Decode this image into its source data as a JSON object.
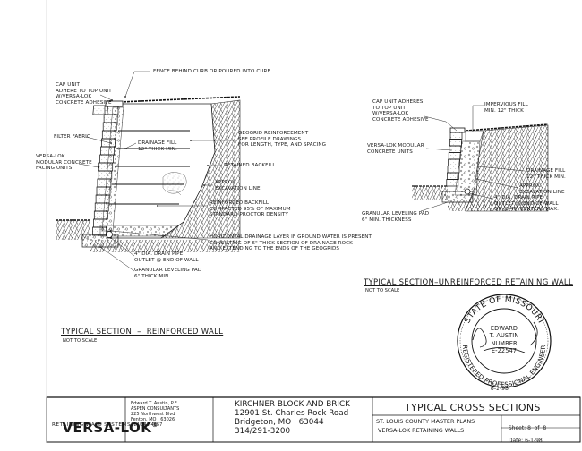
{
  "left_section": {
    "title": "TYPICAL SECTION  –  REINFORCED WALL",
    "scale": "NOT TO SCALE",
    "labels": {
      "cap_unit": "CAP UNIT\nADHERE TO TOP UNIT\nW/VERSA-LOK\nCONCRETE ADHESIVE",
      "fence": "FENCE BEHIND CURB OR POURED INTO CURB",
      "filter_fabric": "FILTER FABRIC",
      "drainage_fill": "DRAINAGE FILL\n12\" THICK MIN.",
      "geogrid": "GEOGRID REINFORCEMENT\nSEE PROFILE DRAWINGS\nFOR LENGTH, TYPE, AND SPACING",
      "facing_units": "VERSA-LOK\nMODULAR CONCRETE\nFACING UNITS",
      "retained_backfill": "RETAINED BACKFILL",
      "excavation": "APPROX.\nEXCAVATION LINE",
      "reinforced_backfill": "REINFORCED BACKFILL\nCOMPACTED 95% OF MAXIMUM\nSTANDARD PROCTOR DENSITY",
      "horizontal_drainage": "HORIZONTAL DRAINAGE LAYER IF GROUND WATER IS PRESENT\nCONSISTING OF 6\" THICK SECTION OF DRAINAGE ROCK\nAND EXTENDING TO THE ENDS OF THE GEOGRIDS",
      "drain_pipe": "4\" DIA. DRAIN PIPE\nOUTLET @ END OF WALL",
      "leveling_pad": "GRANULAR LEVELING PAD\n6\" THICK MIN."
    }
  },
  "right_section": {
    "title": "TYPICAL SECTION–UNREINFORCED RETAINING WALL",
    "scale": "NOT TO SCALE",
    "labels": {
      "cap_unit": "CAP UNIT ADHERES\nTO TOP UNIT\nW/VERSA-LOK\nCONCRETE ADHESIVE",
      "impervious_fill": "IMPERVIOUS FILL\nMIN. 12\" THICK",
      "facing_units": "VERSA-LOK MODULAR\nCONCRETE UNITS",
      "drainage_fill": "DRAINAGE FILL\n12\" THICK MIN.",
      "excavation": "APPROX.\nEXCAVATION LINE",
      "drain_pipe": "4\" DIA. DRAIN PIPE\nOUTLET @ END OF WALL\nOR @ 40' CENTERS MAX.",
      "leveling_pad": "GRANULAR LEVELING PAD\n6\" MIN. THICKNESS"
    }
  },
  "seal": {
    "outer_top": "STATE OF MISSOURI",
    "outer_bottom": "REGISTERED PROFESSIONAL ENGINEER",
    "name_line1": "EDWARD",
    "name_line2": "T. AUSTIN",
    "number_label": "NUMBER",
    "number": "E-22547",
    "signature_date": "6-1-98"
  },
  "title_block": {
    "brand": "VERSA-LOK",
    "brand_mark": "®",
    "brand_sub": "RETAINING WALL SYSTEMS",
    "engineer": "Edward T. Austin, P.E.\nASPEN CONSULTANTS\n225 Northwest Blvd\nFenton, MO   63026\n314/343-4357",
    "company": "KIRCHNER BLOCK AND BRICK\n12901 St. Charles Rock Road\nBridgeton, MO   63044\n314/291-3200",
    "drawing_title": "TYPICAL CROSS SECTIONS",
    "project_line1": "ST. LOUIS COUNTY MASTER PLANS",
    "project_line2": "VERSA-LOK RETAINING WALLS",
    "sheet_label": "Sheet:",
    "sheet_value": "8  of  8",
    "date_label": "Date:",
    "date_value": "6-1-98"
  },
  "colors": {
    "ink": "#1a1a1a",
    "paper": "#ffffff"
  }
}
